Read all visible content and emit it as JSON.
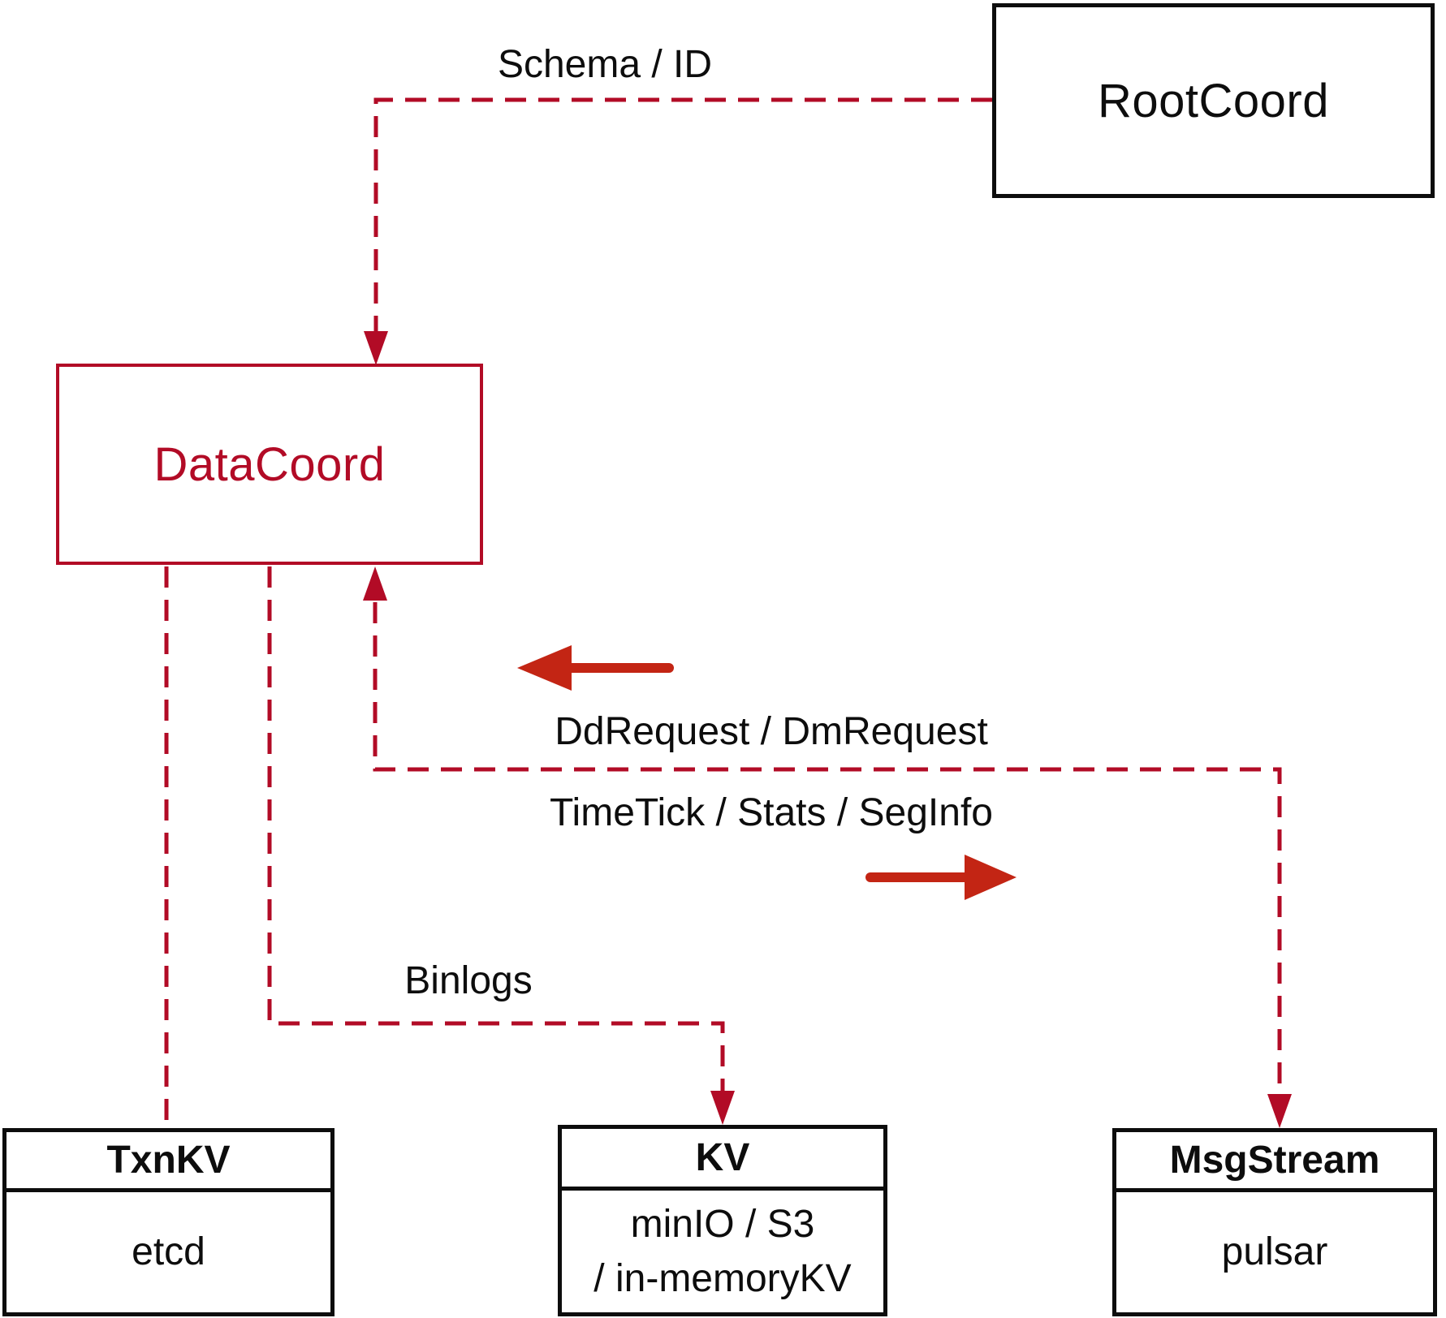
{
  "diagram": {
    "nodes": {
      "rootcoord": {
        "label": "RootCoord"
      },
      "datacoord": {
        "label": "DataCoord"
      },
      "txnkv": {
        "title": "TxnKV",
        "body": "etcd"
      },
      "kv": {
        "title": "KV",
        "body_line1": "minIO / S3",
        "body_line2": "/ in-memoryKV"
      },
      "msgstream": {
        "title": "MsgStream",
        "body": "pulsar"
      }
    },
    "edges": {
      "schema_id": {
        "label": "Schema / ID"
      },
      "dd_dm": {
        "label": "DdRequest / DmRequest"
      },
      "timetick": {
        "label": "TimeTick / Stats / SegInfo"
      },
      "binlogs": {
        "label": "Binlogs"
      }
    },
    "colors": {
      "dashed_line": "#b20b26",
      "solid_arrow": "#c32514",
      "box_border_black": "#0d0d0d",
      "datacoord_red": "#b20b26",
      "text_black": "#0d0d0d",
      "bg": "#ffffff"
    }
  }
}
